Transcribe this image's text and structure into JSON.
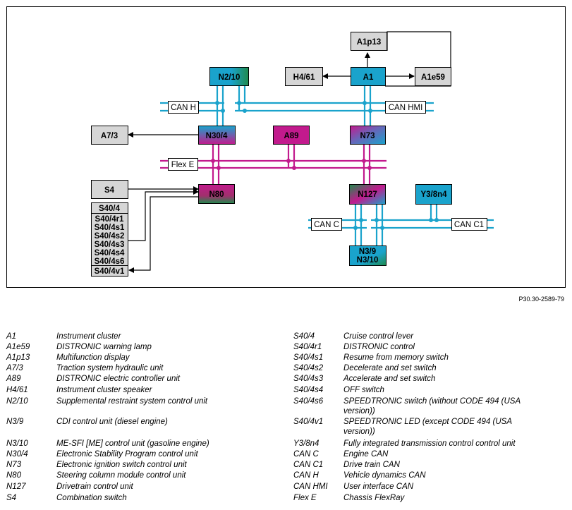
{
  "reference": "P30.30-2589-79",
  "colors": {
    "can": "#1aa3cc",
    "flex": "#c21a8d",
    "gray_fill": "#d6d6d6",
    "cyan_fill": "#1aa3cc",
    "magenta_fill": "#c21a8d",
    "green_fill": "#1f8a4c"
  },
  "nodes": {
    "A1p13": "A1p13",
    "H4_61": "H4/61",
    "A1": "A1",
    "A1e59": "A1e59",
    "N2_10": "N2/10",
    "A7_3": "A7/3",
    "N30_4": "N30/4",
    "A89": "A89",
    "N73": "N73",
    "S4": "S4",
    "N80": "N80",
    "N127": "N127",
    "Y3_8n4": "Y3/8n4",
    "N3_9": "N3/9",
    "N3_10": "N3/10",
    "S40_group": [
      "S40/4",
      "S40/4r1",
      "S40/4s1",
      "S40/4s2",
      "S40/4s3",
      "S40/4s4",
      "S40/4s6",
      "S40/4v1"
    ]
  },
  "bus_labels": {
    "can_h": "CAN H",
    "can_hmi": "CAN HMI",
    "flex_e": "Flex E",
    "can_c": "CAN C",
    "can_c1": "CAN C1"
  },
  "legend_left": [
    {
      "code": "A1",
      "desc": "Instrument cluster"
    },
    {
      "code": "A1e59",
      "desc": "DISTRONIC warning lamp"
    },
    {
      "code": "A1p13",
      "desc": "Multifunction display"
    },
    {
      "code": "A7/3",
      "desc": "Traction system hydraulic unit"
    },
    {
      "code": "A89",
      "desc": "DISTRONIC electric controller unit"
    },
    {
      "code": "H4/61",
      "desc": "Instrument cluster speaker"
    },
    {
      "code": "N2/10",
      "desc": "Supplemental restraint system control unit"
    },
    {
      "code": "N3/9",
      "desc": "CDI control unit (diesel engine)"
    },
    {
      "code": "N3/10",
      "desc": "ME-SFI [ME] control unit (gasoline engine)"
    },
    {
      "code": "N30/4",
      "desc": "Electronic Stability Program control unit"
    },
    {
      "code": "N73",
      "desc": "Electronic ignition switch control unit"
    },
    {
      "code": "N80",
      "desc": "Steering column module control unit"
    },
    {
      "code": "N127",
      "desc": "Drivetrain control unit"
    },
    {
      "code": "S4",
      "desc": "Combination switch"
    }
  ],
  "legend_right": [
    {
      "code": "S40/4",
      "desc": "Cruise control lever"
    },
    {
      "code": "S40/4r1",
      "desc": "DISTRONIC control"
    },
    {
      "code": "S40/4s1",
      "desc": "Resume from memory switch"
    },
    {
      "code": "S40/4s2",
      "desc": "Decelerate and set switch"
    },
    {
      "code": "S40/4s3",
      "desc": "Accelerate and set switch"
    },
    {
      "code": "S40/4s4",
      "desc": "OFF switch"
    },
    {
      "code": "S40/4s6",
      "desc": "SPEEDTRONIC switch (without CODE 494 (USA version))"
    },
    {
      "code": "S40/4v1",
      "desc": "SPEEDTRONIC LED (except CODE 494 (USA version))"
    },
    {
      "code": "Y3/8n4",
      "desc": "Fully integrated transmission control control unit"
    },
    {
      "code": "CAN C",
      "desc": "Engine CAN"
    },
    {
      "code": "CAN C1",
      "desc": "Drive train CAN"
    },
    {
      "code": "CAN H",
      "desc": "Vehicle dynamics CAN"
    },
    {
      "code": "CAN HMI",
      "desc": "User interface CAN"
    },
    {
      "code": "Flex E",
      "desc": "Chassis FlexRay"
    }
  ]
}
